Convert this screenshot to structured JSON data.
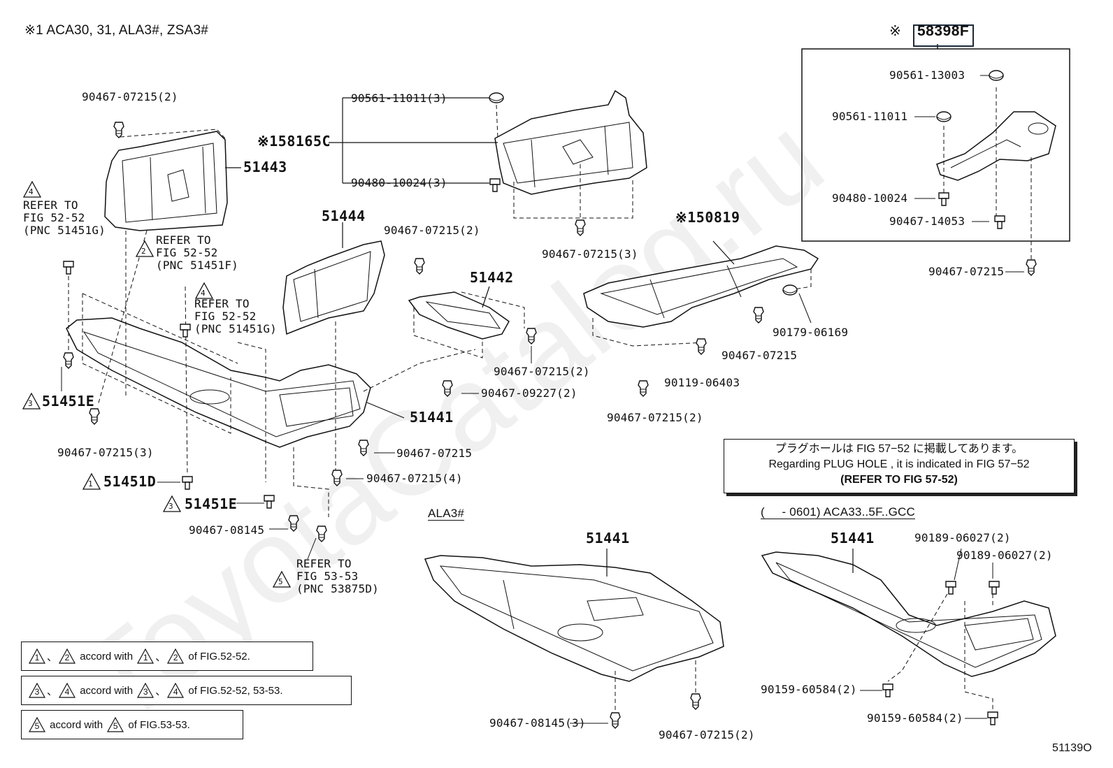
{
  "header_note": "※1 ACA30, 31, ALA3#, ZSA3#",
  "figure_code": "51139O",
  "watermark": "ToyotaCatalog.ru",
  "highlight": {
    "prefix": "※",
    "code": "58398F"
  },
  "labels": {
    "p51443": "51443",
    "p51444": "51444",
    "p51442": "51442",
    "p51441_main": "51441",
    "p51441_ala": "51441",
    "p51441_gcc": "51441",
    "p58165c": "※158165C",
    "p50819": "※150819",
    "p51451e_top": "51451E",
    "p51451d": "51451D",
    "p51451e_bot": "51451E",
    "b90467_07215_2_top": "90467-07215(2)",
    "b90561_11011_3": "90561-11011(3)",
    "b90480_10024_3": "90480-10024(3)",
    "b90467_07215_2_mid": "90467-07215(2)",
    "b90467_07215_3_right": "90467-07215(3)",
    "b90561_13003": "90561-13003",
    "b90561_11011": "90561-11011",
    "b90480_10024": "90480-10024",
    "b90467_14053": "90467-14053",
    "b90467_07215_box": "90467-07215",
    "b90179_06169": "90179-06169",
    "b90467_07215_r1": "90467-07215",
    "b90119_06403": "90119-06403",
    "b90467_07215_2_r": "90467-07215(2)",
    "b90467_07215_2_c": "90467-07215(2)",
    "b90467_09227_2": "90467-09227(2)",
    "b90467_07215_3_left": "90467-07215(3)",
    "b90467_07215_c1": "90467-07215",
    "b90467_07215_4": "90467-07215(4)",
    "b90467_08145": "90467-08145",
    "b90467_08145_3": "90467-08145(3)",
    "b90467_07215_2_bot": "90467-07215(2)",
    "b90189_06027_2a": "90189-06027(2)",
    "b90189_06027_2b": "90189-06027(2)",
    "b90159_60584_2a": "90159-60584(2)",
    "b90159_60584_2b": "90159-60584(2)"
  },
  "refs": {
    "r1": {
      "num": "4",
      "text": "REFER TO\nFIG 52-52\n(PNC 51451G)"
    },
    "r2": {
      "num": "2",
      "text": "REFER TO\nFIG 52-52\n(PNC 51451F)"
    },
    "r3": {
      "num": "4",
      "text": "REFER TO\nFIG 52-52\n(PNC 51451G)"
    },
    "r5": {
      "num": "5",
      "text": "REFER TO\nFIG 53-53\n(PNC 53875D)"
    }
  },
  "tri_marks": {
    "e_top": "3",
    "d": "1",
    "e_bot": "3"
  },
  "variants": {
    "ala3": "ALA3#",
    "gcc": "(     - 0601) ACA33..5F..GCC"
  },
  "plug_hole_note": {
    "jp": "プラグホールは FIG 57−52 に掲載してあります。",
    "en": "Regarding  PLUG  HOLE , it is indicated in  FIG  57−52",
    "ref": "(REFER  TO  FIG 57-52)"
  },
  "legend": [
    {
      "marks": [
        "1",
        "2"
      ],
      "mid": "accord with",
      "marks2": [
        "1",
        "2"
      ],
      "tail": "of FIG.52-52."
    },
    {
      "marks": [
        "3",
        "4"
      ],
      "mid": "accord with",
      "marks2": [
        "3",
        "4"
      ],
      "tail": "of FIG.52-52, 53-53."
    },
    {
      "marks": [
        "5"
      ],
      "mid": "accord with",
      "marks2": [
        "5"
      ],
      "tail": "of FIG.53-53."
    }
  ]
}
